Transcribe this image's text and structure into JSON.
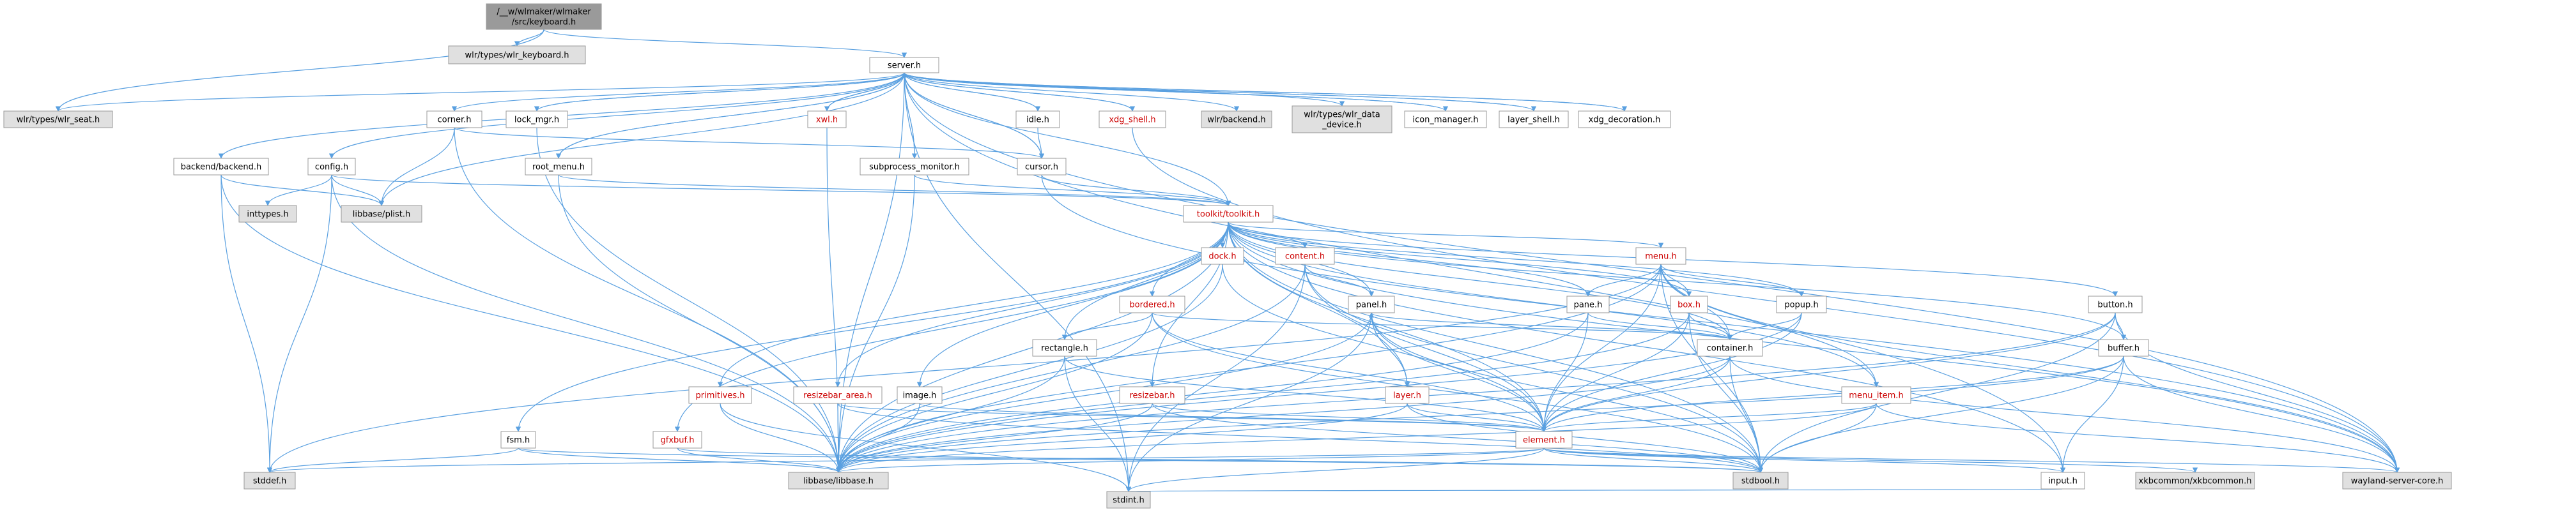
{
  "colors": {
    "root_fill": "#9a9a9a",
    "external_fill": "#e0e0e0",
    "node_fill": "#ffffff",
    "node_border": "#999999",
    "edge": "#5aa0e0",
    "red_text": "#cc0000",
    "text": "#000000"
  },
  "nodes": [
    {
      "id": "root",
      "lines": [
        "/__w/wlmaker/wlmaker",
        "/src/keyboard.h"
      ],
      "style": "root"
    },
    {
      "id": "wlr_keyboard",
      "lines": [
        "wlr/types/wlr_keyboard.h"
      ],
      "style": "external"
    },
    {
      "id": "server",
      "lines": [
        "server.h"
      ],
      "style": "normal"
    },
    {
      "id": "wlr_seat",
      "lines": [
        "wlr/types/wlr_seat.h"
      ],
      "style": "external"
    },
    {
      "id": "corner",
      "lines": [
        "corner.h"
      ],
      "style": "normal"
    },
    {
      "id": "lock_mgr",
      "lines": [
        "lock_mgr.h"
      ],
      "style": "normal"
    },
    {
      "id": "xwl",
      "lines": [
        "xwl.h"
      ],
      "style": "red"
    },
    {
      "id": "idle",
      "lines": [
        "idle.h"
      ],
      "style": "normal"
    },
    {
      "id": "xdg_shell",
      "lines": [
        "xdg_shell.h"
      ],
      "style": "red"
    },
    {
      "id": "wlr_backend",
      "lines": [
        "wlr/backend.h"
      ],
      "style": "external"
    },
    {
      "id": "wlr_data_device",
      "lines": [
        "wlr/types/wlr_data",
        "_device.h"
      ],
      "style": "external"
    },
    {
      "id": "icon_manager",
      "lines": [
        "icon_manager.h"
      ],
      "style": "normal"
    },
    {
      "id": "layer_shell",
      "lines": [
        "layer_shell.h"
      ],
      "style": "normal"
    },
    {
      "id": "xdg_decoration",
      "lines": [
        "xdg_decoration.h"
      ],
      "style": "normal"
    },
    {
      "id": "backend",
      "lines": [
        "backend/backend.h"
      ],
      "style": "normal"
    },
    {
      "id": "config",
      "lines": [
        "config.h"
      ],
      "style": "normal"
    },
    {
      "id": "root_menu",
      "lines": [
        "root_menu.h"
      ],
      "style": "normal"
    },
    {
      "id": "cursor",
      "lines": [
        "cursor.h"
      ],
      "style": "normal"
    },
    {
      "id": "subprocess_monitor",
      "lines": [
        "subprocess_monitor.h"
      ],
      "style": "normal"
    },
    {
      "id": "inttypes",
      "lines": [
        "inttypes.h"
      ],
      "style": "external"
    },
    {
      "id": "plist",
      "lines": [
        "libbase/plist.h"
      ],
      "style": "external"
    },
    {
      "id": "toolkit",
      "lines": [
        "toolkit/toolkit.h"
      ],
      "style": "red"
    },
    {
      "id": "dock",
      "lines": [
        "dock.h"
      ],
      "style": "red"
    },
    {
      "id": "content",
      "lines": [
        "content.h"
      ],
      "style": "red"
    },
    {
      "id": "menu",
      "lines": [
        "menu.h"
      ],
      "style": "red"
    },
    {
      "id": "panel",
      "lines": [
        "panel.h"
      ],
      "style": "normal"
    },
    {
      "id": "bordered",
      "lines": [
        "bordered.h"
      ],
      "style": "red"
    },
    {
      "id": "pane",
      "lines": [
        "pane.h"
      ],
      "style": "normal"
    },
    {
      "id": "box",
      "lines": [
        "box.h"
      ],
      "style": "red"
    },
    {
      "id": "popup",
      "lines": [
        "popup.h"
      ],
      "style": "normal"
    },
    {
      "id": "button",
      "lines": [
        "button.h"
      ],
      "style": "normal"
    },
    {
      "id": "buffer",
      "lines": [
        "buffer.h"
      ],
      "style": "normal"
    },
    {
      "id": "container",
      "lines": [
        "container.h"
      ],
      "style": "normal"
    },
    {
      "id": "menu_item",
      "lines": [
        "menu_item.h"
      ],
      "style": "red"
    },
    {
      "id": "rectangle",
      "lines": [
        "rectangle.h"
      ],
      "style": "normal"
    },
    {
      "id": "resizebar_area",
      "lines": [
        "resizebar_area.h"
      ],
      "style": "red"
    },
    {
      "id": "image",
      "lines": [
        "image.h"
      ],
      "style": "normal"
    },
    {
      "id": "resizebar",
      "lines": [
        "resizebar.h"
      ],
      "style": "red"
    },
    {
      "id": "layer",
      "lines": [
        "layer.h"
      ],
      "style": "red"
    },
    {
      "id": "element",
      "lines": [
        "element.h"
      ],
      "style": "red"
    },
    {
      "id": "fsm",
      "lines": [
        "fsm.h"
      ],
      "style": "normal"
    },
    {
      "id": "gfxbuf",
      "lines": [
        "gfxbuf.h"
      ],
      "style": "red"
    },
    {
      "id": "primitives",
      "lines": [
        "primitives.h"
      ],
      "style": "red"
    },
    {
      "id": "stddef",
      "lines": [
        "stddef.h"
      ],
      "style": "external"
    },
    {
      "id": "libbase",
      "lines": [
        "libbase/libbase.h"
      ],
      "style": "external"
    },
    {
      "id": "stdbool",
      "lines": [
        "stdbool.h"
      ],
      "style": "external"
    },
    {
      "id": "input",
      "lines": [
        "input.h"
      ],
      "style": "normal"
    },
    {
      "id": "xkbcommon",
      "lines": [
        "xkbcommon/xkbcommon.h"
      ],
      "style": "external"
    },
    {
      "id": "wayland_core",
      "lines": [
        "wayland-server-core.h"
      ],
      "style": "external"
    },
    {
      "id": "stdint",
      "lines": [
        "stdint.h"
      ],
      "style": "external"
    }
  ],
  "edges": [
    [
      "root",
      "wlr_keyboard"
    ],
    [
      "root",
      "server"
    ],
    [
      "root",
      "wlr_seat"
    ],
    [
      "server",
      "wlr_seat"
    ],
    [
      "server",
      "corner"
    ],
    [
      "server",
      "lock_mgr"
    ],
    [
      "server",
      "xwl"
    ],
    [
      "server",
      "idle"
    ],
    [
      "server",
      "xdg_shell"
    ],
    [
      "server",
      "wlr_backend"
    ],
    [
      "server",
      "wlr_data_device"
    ],
    [
      "server",
      "icon_manager"
    ],
    [
      "server",
      "layer_shell"
    ],
    [
      "server",
      "xdg_decoration"
    ],
    [
      "server",
      "backend"
    ],
    [
      "server",
      "config"
    ],
    [
      "server",
      "root_menu"
    ],
    [
      "server",
      "cursor"
    ],
    [
      "server",
      "subprocess_monitor"
    ],
    [
      "server",
      "toolkit"
    ],
    [
      "server",
      "plist"
    ],
    [
      "server",
      "libbase"
    ],
    [
      "server",
      "stdint"
    ],
    [
      "server",
      "input"
    ],
    [
      "server",
      "wayland_core"
    ],
    [
      "corner",
      "cursor"
    ],
    [
      "corner",
      "plist"
    ],
    [
      "corner",
      "libbase"
    ],
    [
      "lock_mgr",
      "server"
    ],
    [
      "lock_mgr",
      "libbase"
    ],
    [
      "xwl",
      "server"
    ],
    [
      "xwl",
      "libbase"
    ],
    [
      "idle",
      "server"
    ],
    [
      "idle",
      "cursor"
    ],
    [
      "xdg_shell",
      "server"
    ],
    [
      "xdg_shell",
      "wayland_core"
    ],
    [
      "icon_manager",
      "server"
    ],
    [
      "layer_shell",
      "server"
    ],
    [
      "xdg_decoration",
      "server"
    ],
    [
      "backend",
      "plist"
    ],
    [
      "backend",
      "libbase"
    ],
    [
      "backend",
      "stddef"
    ],
    [
      "config",
      "inttypes"
    ],
    [
      "config",
      "plist"
    ],
    [
      "config",
      "stddef"
    ],
    [
      "config",
      "toolkit"
    ],
    [
      "config",
      "libbase"
    ],
    [
      "root_menu",
      "server"
    ],
    [
      "root_menu",
      "toolkit"
    ],
    [
      "root_menu",
      "libbase"
    ],
    [
      "cursor",
      "server"
    ],
    [
      "cursor",
      "toolkit"
    ],
    [
      "cursor",
      "wayland_core"
    ],
    [
      "subprocess_monitor",
      "server"
    ],
    [
      "subprocess_monitor",
      "toolkit"
    ],
    [
      "subprocess_monitor",
      "libbase"
    ],
    [
      "toolkit",
      "dock"
    ],
    [
      "toolkit",
      "content"
    ],
    [
      "toolkit",
      "menu"
    ],
    [
      "toolkit",
      "panel"
    ],
    [
      "toolkit",
      "bordered"
    ],
    [
      "toolkit",
      "pane"
    ],
    [
      "toolkit",
      "box"
    ],
    [
      "toolkit",
      "popup"
    ],
    [
      "toolkit",
      "button"
    ],
    [
      "toolkit",
      "buffer"
    ],
    [
      "toolkit",
      "container"
    ],
    [
      "toolkit",
      "menu_item"
    ],
    [
      "toolkit",
      "rectangle"
    ],
    [
      "toolkit",
      "resizebar_area"
    ],
    [
      "toolkit",
      "image"
    ],
    [
      "toolkit",
      "resizebar"
    ],
    [
      "toolkit",
      "layer"
    ],
    [
      "toolkit",
      "element"
    ],
    [
      "toolkit",
      "fsm"
    ],
    [
      "toolkit",
      "gfxbuf"
    ],
    [
      "toolkit",
      "primitives"
    ],
    [
      "toolkit",
      "libbase"
    ],
    [
      "toolkit",
      "stdbool"
    ],
    [
      "toolkit",
      "input"
    ],
    [
      "toolkit",
      "wayland_core"
    ],
    [
      "dock",
      "libbase"
    ],
    [
      "dock",
      "element"
    ],
    [
      "content",
      "panel"
    ],
    [
      "content",
      "element"
    ],
    [
      "content",
      "libbase"
    ],
    [
      "content",
      "stdbool"
    ],
    [
      "content",
      "stdint"
    ],
    [
      "menu",
      "pane"
    ],
    [
      "menu",
      "box"
    ],
    [
      "menu",
      "popup"
    ],
    [
      "menu",
      "menu_item"
    ],
    [
      "menu",
      "container"
    ],
    [
      "menu",
      "element"
    ],
    [
      "menu",
      "libbase"
    ],
    [
      "menu",
      "stdbool"
    ],
    [
      "menu",
      "stddef"
    ],
    [
      "menu",
      "wayland_core"
    ],
    [
      "panel",
      "container"
    ],
    [
      "panel",
      "layer"
    ],
    [
      "panel",
      "element"
    ],
    [
      "panel",
      "libbase"
    ],
    [
      "panel",
      "stdbool"
    ],
    [
      "panel",
      "stdint"
    ],
    [
      "bordered",
      "container"
    ],
    [
      "bordered",
      "rectangle"
    ],
    [
      "bordered",
      "element"
    ],
    [
      "bordered",
      "libbase"
    ],
    [
      "bordered",
      "stdbool"
    ],
    [
      "pane",
      "container"
    ],
    [
      "pane",
      "element"
    ],
    [
      "pane",
      "libbase"
    ],
    [
      "box",
      "container"
    ],
    [
      "box",
      "element"
    ],
    [
      "box",
      "libbase"
    ],
    [
      "box",
      "stdbool"
    ],
    [
      "popup",
      "container"
    ],
    [
      "popup",
      "element"
    ],
    [
      "popup",
      "libbase"
    ],
    [
      "button",
      "buffer"
    ],
    [
      "button",
      "element"
    ],
    [
      "button",
      "libbase"
    ],
    [
      "button",
      "stdbool"
    ],
    [
      "button",
      "wayland_core"
    ],
    [
      "buffer",
      "element"
    ],
    [
      "buffer",
      "libbase"
    ],
    [
      "buffer",
      "stdbool"
    ],
    [
      "buffer",
      "input"
    ],
    [
      "buffer",
      "wayland_core"
    ],
    [
      "container",
      "element"
    ],
    [
      "container",
      "libbase"
    ],
    [
      "container",
      "stdbool"
    ],
    [
      "container",
      "wayland_core"
    ],
    [
      "menu_item",
      "element"
    ],
    [
      "menu_item",
      "libbase"
    ],
    [
      "menu_item",
      "stdbool"
    ],
    [
      "menu_item",
      "wayland_core"
    ],
    [
      "rectangle",
      "element"
    ],
    [
      "rectangle",
      "libbase"
    ],
    [
      "rectangle",
      "stdint"
    ],
    [
      "resizebar_area",
      "element"
    ],
    [
      "resizebar_area",
      "libbase"
    ],
    [
      "resizebar_area",
      "stdbool"
    ],
    [
      "image",
      "element"
    ],
    [
      "image",
      "libbase"
    ],
    [
      "resizebar",
      "element"
    ],
    [
      "resizebar",
      "libbase"
    ],
    [
      "resizebar",
      "stdbool"
    ],
    [
      "layer",
      "panel"
    ],
    [
      "layer",
      "element"
    ],
    [
      "layer",
      "libbase"
    ],
    [
      "layer",
      "stdbool"
    ],
    [
      "element",
      "input"
    ],
    [
      "element",
      "xkbcommon"
    ],
    [
      "element",
      "libbase"
    ],
    [
      "element",
      "stdbool"
    ],
    [
      "element",
      "stdint"
    ],
    [
      "element",
      "wayland_core"
    ],
    [
      "element",
      "stddef"
    ],
    [
      "fsm",
      "libbase"
    ],
    [
      "fsm",
      "stddef"
    ],
    [
      "fsm",
      "stdbool"
    ],
    [
      "gfxbuf",
      "libbase"
    ],
    [
      "gfxbuf",
      "stdbool"
    ],
    [
      "primitives",
      "libbase"
    ],
    [
      "primitives",
      "stdint"
    ],
    [
      "input",
      "stdint"
    ]
  ]
}
